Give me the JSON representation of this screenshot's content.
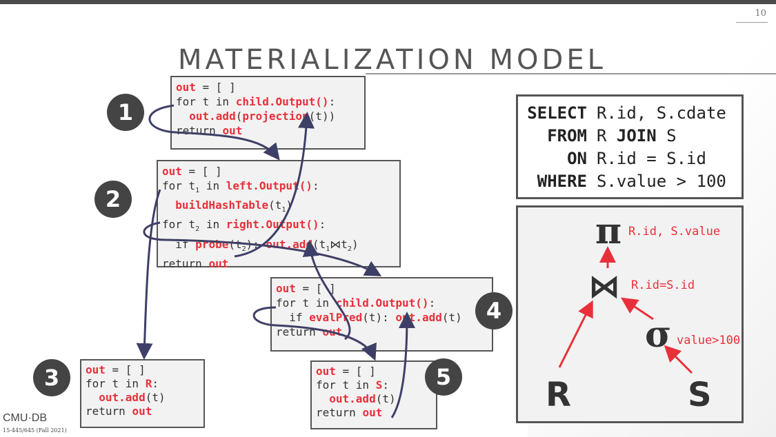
{
  "slide": {
    "page_number": "10",
    "title": "MATERIALIZATION MODEL",
    "logo": "CMU·DB",
    "course": "15-445/645 (Fall 2021)"
  },
  "badges": [
    "1",
    "2",
    "3",
    "4",
    "5"
  ],
  "op1": {
    "l1": [
      "out",
      " = [ ]"
    ],
    "l2": [
      "for t in ",
      "child.Output()",
      ":"
    ],
    "l3": [
      "  ",
      "out.add",
      "(",
      "projection",
      "(t))"
    ],
    "l4": [
      "return ",
      "out"
    ]
  },
  "op2": {
    "l1": [
      "out",
      " = [ ]"
    ],
    "l2": [
      "for t",
      "1",
      " in ",
      "left.Output()",
      ":"
    ],
    "l3": [
      "  ",
      "buildHashTable",
      "(t",
      "1",
      ")"
    ],
    "l4": [
      "for t",
      "2",
      " in ",
      "right.Output()",
      ":"
    ],
    "l5": [
      "  if ",
      "probe",
      "(t",
      "2",
      "): ",
      "out.add",
      "(t",
      "1",
      "⋈",
      "t",
      "2",
      ")"
    ],
    "l6": [
      "return ",
      "out"
    ]
  },
  "op3": {
    "l1": [
      "out",
      " = [ ]"
    ],
    "l2": [
      "for t in ",
      "R",
      ":"
    ],
    "l3": [
      "  ",
      "out.add",
      "(t)"
    ],
    "l4": [
      "return ",
      "out"
    ]
  },
  "op4": {
    "l1": [
      "out",
      " = [ ]"
    ],
    "l2": [
      "for t in ",
      "child.Output()",
      ":"
    ],
    "l3": [
      "  if ",
      "evalPred",
      "(t): ",
      "out.add",
      "(t)"
    ],
    "l4": [
      "return ",
      "out"
    ]
  },
  "op5": {
    "l1": [
      "out",
      " = [ ]"
    ],
    "l2": [
      "for t in ",
      "S",
      ":"
    ],
    "l3": [
      "  ",
      "out.add",
      "(t)"
    ],
    "l4": [
      "return ",
      "out"
    ]
  },
  "sql": [
    {
      "kw": "SELECT",
      "pre": "",
      "bold": "",
      "post": "R.id, S.cdate"
    },
    {
      "kw": "FROM",
      "pre": "R ",
      "bold": "JOIN",
      "post": " S"
    },
    {
      "kw": "ON",
      "pre": "",
      "bold": "",
      "post": "R.id = S.id"
    },
    {
      "kw": "WHERE",
      "pre": "",
      "bold": "",
      "post": "S.value > 100"
    }
  ],
  "tree": {
    "projection_symbol": "π",
    "projection_label": "R.id, S.value",
    "join_symbol": "⋈",
    "join_label": "R.id=S.id",
    "selection_symbol": "σ",
    "selection_label": "value>100",
    "left_leaf": "R",
    "right_leaf": "S"
  },
  "colors": {
    "accent_red": "#e8303a",
    "arrow_navy": "#3d3f66",
    "box_border": "#555555",
    "badge_bg": "#444444"
  }
}
